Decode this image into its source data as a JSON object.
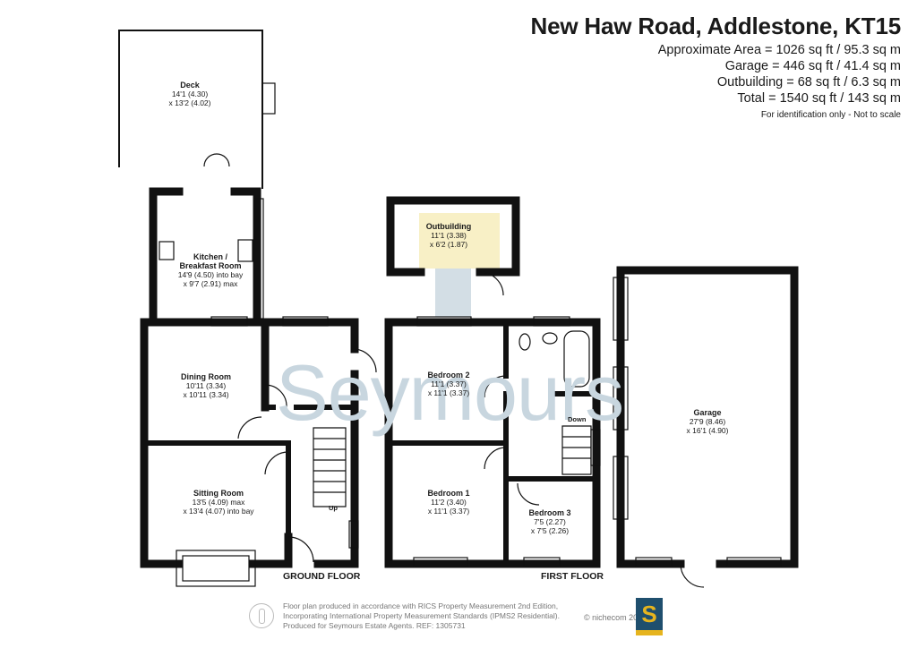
{
  "header": {
    "title": "New Haw Road, Addlestone, KT15",
    "areas": [
      "Approximate Area = 1026 sq ft / 95.3 sq m",
      "Garage = 446 sq ft / 41.4 sq m",
      "Outbuilding = 68 sq ft / 6.3 sq m",
      "Total = 1540 sq ft / 143 sq m"
    ],
    "disclaimer": "For identification only - Not to scale"
  },
  "watermark": "Seymours",
  "rooms": {
    "deck": {
      "name": "Deck",
      "dim1": "14'1 (4.30)",
      "dim2": "x 13'2 (4.02)"
    },
    "kitchen": {
      "name1": "Kitchen /",
      "name2": "Breakfast Room",
      "dim1": "14'9 (4.50) into bay",
      "dim2": "x 9'7 (2.91) max"
    },
    "dining": {
      "name": "Dining Room",
      "dim1": "10'11 (3.34)",
      "dim2": "x 10'11 (3.34)"
    },
    "sitting": {
      "name": "Sitting Room",
      "dim1": "13'5 (4.09) max",
      "dim2": "x 13'4 (4.07) into bay"
    },
    "outbuilding": {
      "name": "Outbuilding",
      "dim1": "11'1 (3.38)",
      "dim2": "x 6'2 (1.87)"
    },
    "bedroom2": {
      "name": "Bedroom 2",
      "dim1": "11'1 (3.37)",
      "dim2": "x 11'1 (3.37)"
    },
    "bedroom1": {
      "name": "Bedroom 1",
      "dim1": "11'2 (3.40)",
      "dim2": "x 11'1 (3.37)"
    },
    "bedroom3": {
      "name": "Bedroom 3",
      "dim1": "7'5 (2.27)",
      "dim2": "x 7'5 (2.26)"
    },
    "garage": {
      "name": "Garage",
      "dim1": "27'9 (8.46)",
      "dim2": "x 16'1 (4.90)"
    }
  },
  "labels": {
    "up": "Up",
    "down": "Down",
    "ground_floor": "GROUND FLOOR",
    "first_floor": "FIRST FLOOR"
  },
  "footer": {
    "line1": "Floor plan produced in accordance with RICS Property Measurement 2nd Edition,",
    "line2": "Incorporating International Property Measurement Standards (IPMS2 Residential).",
    "line3": "Produced for Seymours Estate Agents.   REF: 1305731",
    "credit": "© nichecom 2025.",
    "logo_letter": "S"
  },
  "colors": {
    "wall": "#111111",
    "outbuilding_fill": "#f8f0c6",
    "watermark": "#c8d6df",
    "logo_blue": "#1f4f6e",
    "logo_gold": "#e6b41e"
  }
}
